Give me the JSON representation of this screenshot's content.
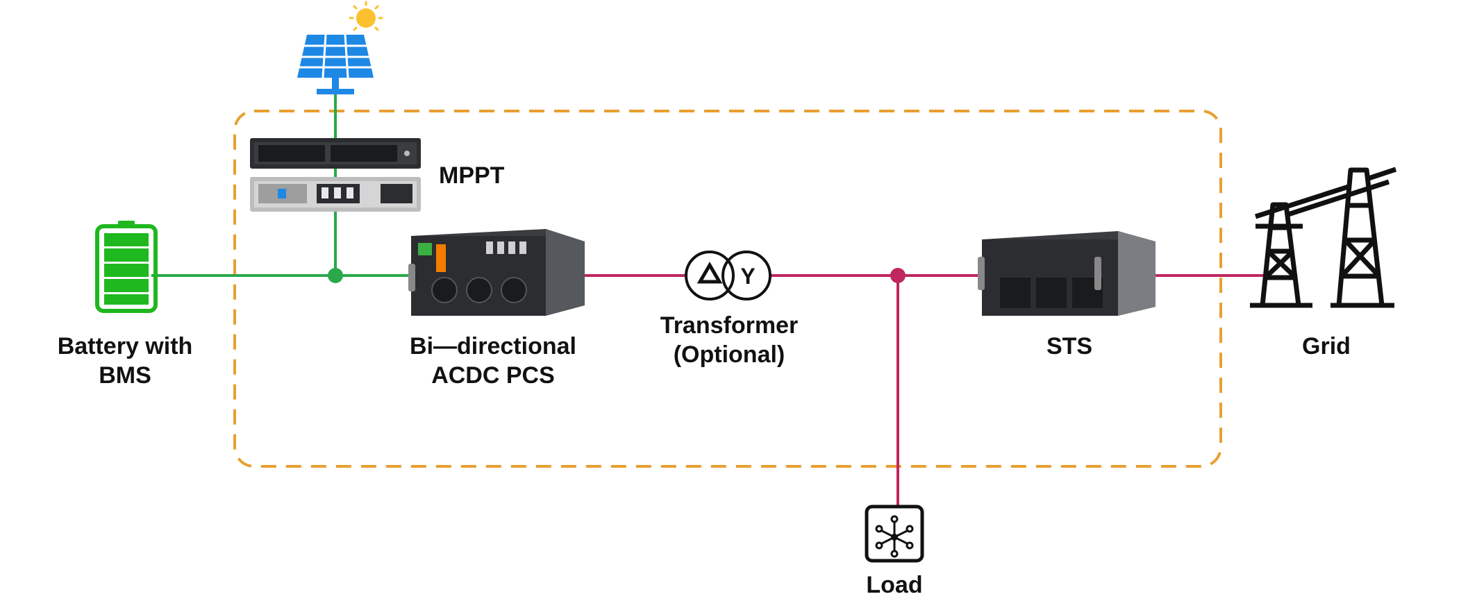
{
  "labels": {
    "mppt": "MPPT",
    "battery_line1": "Battery with",
    "battery_line2": "BMS",
    "pcs_line1": "Bi—directional",
    "pcs_line2": "ACDC PCS",
    "transformer_line1": "Transformer",
    "transformer_line2": "(Optional)",
    "sts": "STS",
    "grid": "Grid",
    "load": "Load",
    "transformer_delta": "Δ",
    "transformer_wye": "Y"
  },
  "colors": {
    "dc_line": "#2aa84a",
    "ac_line": "#c0265f",
    "boundary": "#e8a030",
    "battery": "#1fb81f",
    "solar_panel": "#1e88e5",
    "sun": "#fbc02d",
    "equipment": "#2b2d30"
  },
  "icons": [
    "solar-panel-icon",
    "sun-icon",
    "battery-icon",
    "transformer-icon",
    "grid-tower-icon",
    "load-icon"
  ]
}
